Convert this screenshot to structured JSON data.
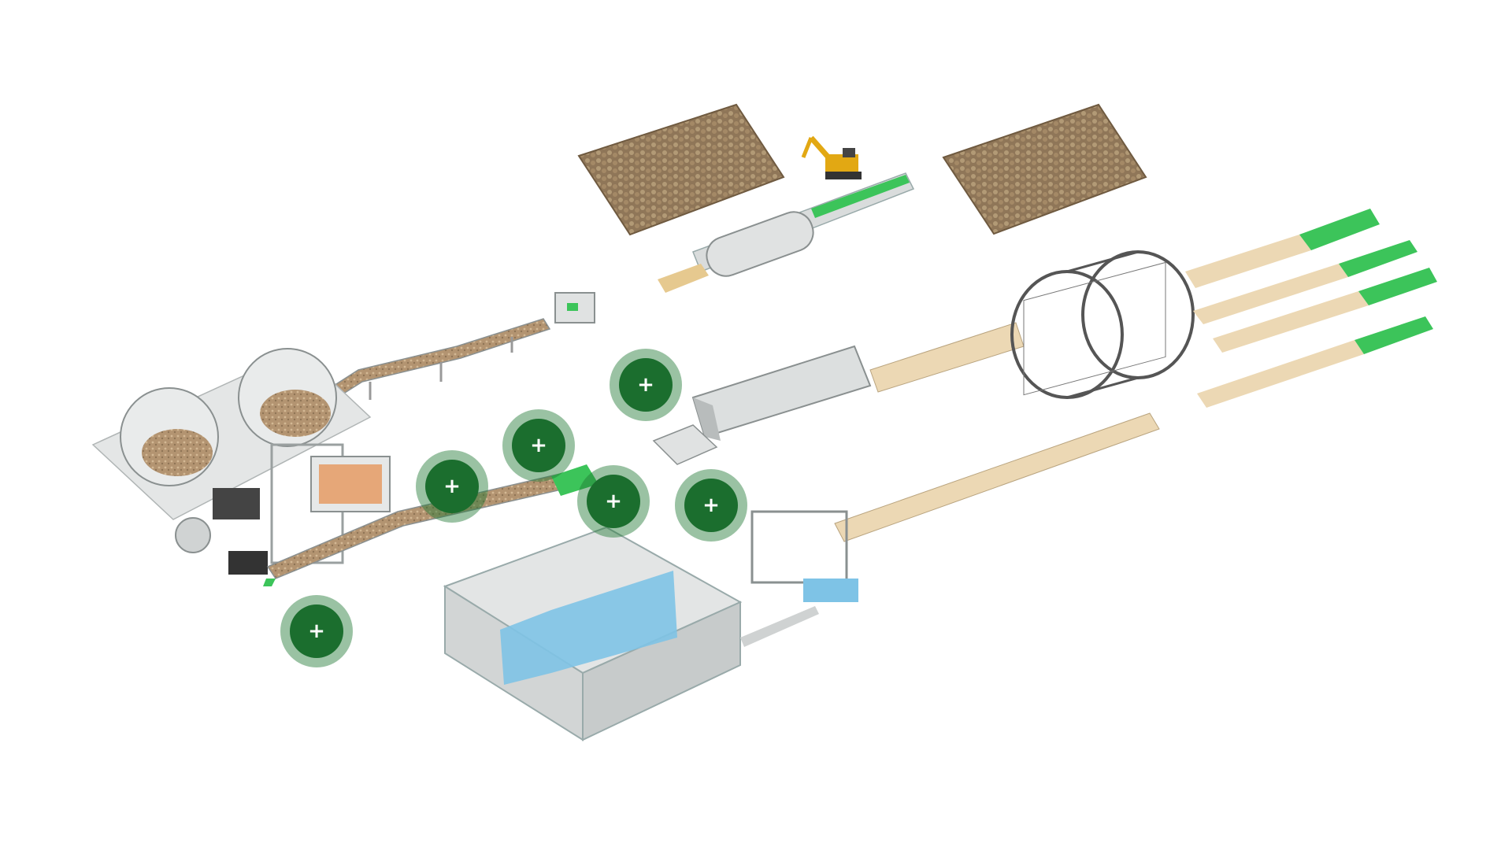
{
  "colors": {
    "background": "#ffffff",
    "conveyor_green": "#3cc45a",
    "hotspot_green": "#1b6e2e",
    "hotspot_halo": "rgba(30,120,50,0.45)",
    "machine_grey": "#d6d8d8",
    "wood": "#a88e6b",
    "board": "#ecd8b4",
    "storage_blue": "#7ec3e6"
  },
  "hotspots": [
    {
      "id": "hotspot-1",
      "label": "+",
      "icon": "plus-icon"
    },
    {
      "id": "hotspot-2",
      "label": "+",
      "icon": "plus-icon"
    },
    {
      "id": "hotspot-3",
      "label": "+",
      "icon": "plus-icon"
    },
    {
      "id": "hotspot-4",
      "label": "+",
      "icon": "plus-icon"
    },
    {
      "id": "hotspot-5",
      "label": "+",
      "icon": "plus-icon"
    },
    {
      "id": "hotspot-6",
      "label": "+",
      "icon": "plus-icon"
    }
  ]
}
